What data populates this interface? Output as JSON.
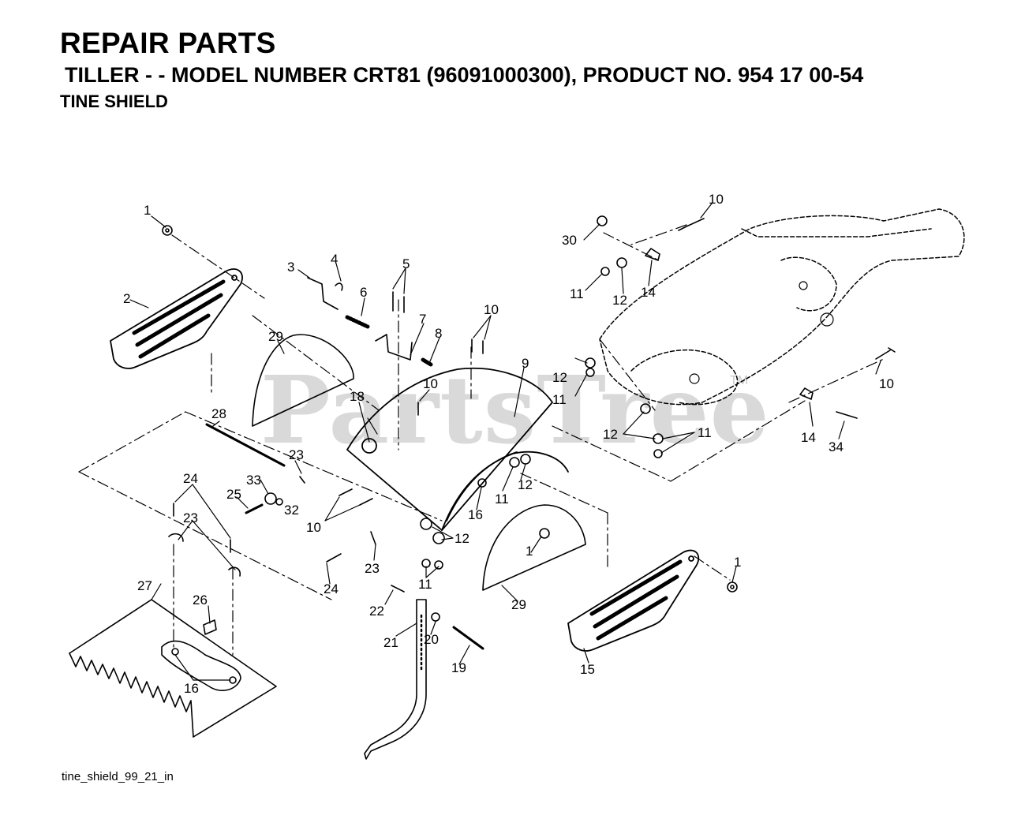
{
  "header": {
    "title": "REPAIR PARTS",
    "subtitle": "TILLER - - MODEL NUMBER CRT81 (96091000300), PRODUCT NO. 954 17 00-54",
    "section": "TINE SHIELD"
  },
  "watermark": {
    "brand": "PartsTree",
    "tm": "TM"
  },
  "footer": {
    "drawing_id": "tine_shield_99_21_in"
  },
  "callouts": {
    "c1a": "1",
    "c2": "2",
    "c3": "3",
    "c4": "4",
    "c5": "5",
    "c6": "6",
    "c7": "7",
    "c8": "8",
    "c9": "9",
    "c10a": "10",
    "c10b": "10",
    "c10c": "10",
    "c10d": "10",
    "c10e": "10",
    "c11a": "11",
    "c11b": "11",
    "c11c": "11",
    "c11d": "11",
    "c11e": "11",
    "c12a": "12",
    "c12b": "12",
    "c12c": "12",
    "c12d": "12",
    "c12e": "12",
    "c14a": "14",
    "c14b": "14",
    "c15": "15",
    "c16a": "16",
    "c16b": "16",
    "c18": "18",
    "c19": "19",
    "c20": "20",
    "c21": "21",
    "c22": "22",
    "c23a": "23",
    "c23b": "23",
    "c23c": "23",
    "c24a": "24",
    "c24b": "24",
    "c25": "25",
    "c26": "26",
    "c27": "27",
    "c28": "28",
    "c29a": "29",
    "c29b": "29",
    "c30": "30",
    "c32": "32",
    "c33": "33",
    "c34": "34",
    "c1b": "1",
    "c1c": "1"
  }
}
